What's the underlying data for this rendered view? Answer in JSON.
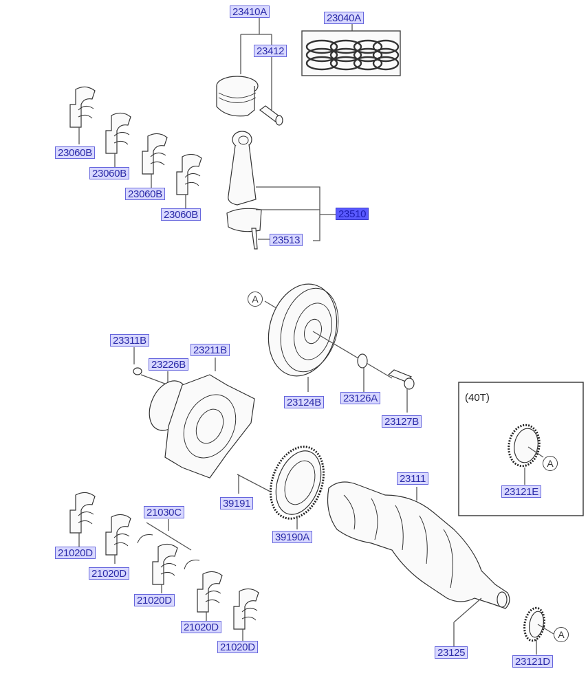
{
  "diagram": {
    "title": "Crankshaft & Piston Assembly",
    "part_labels": {
      "piston_set": "23410A",
      "piston_pin": "23412",
      "piston_ring_set": "23040A",
      "conrod_bearing_1": "23060B",
      "conrod_bearing_2": "23060B",
      "conrod_bearing_3": "23060B",
      "conrod_bearing_4": "23060B",
      "connecting_rod_assy": "23510",
      "conrod_bolt": "23513",
      "damper_pulley": "23124B",
      "pulley_washer": "23126A",
      "pulley_bolt": "23127B",
      "flywheel_bolt": "23311B",
      "flywheel_plate": "23226B",
      "drive_plate": "23211B",
      "sprocket_40t": "23121E",
      "sensor_wheel_pin": "39191",
      "sensor_wheel": "39190A",
      "crankshaft": "23111",
      "thrust_washer": "21030C",
      "main_bearing_1": "21020D",
      "main_bearing_2": "21020D",
      "main_bearing_3": "21020D",
      "main_bearing_4": "21020D",
      "main_bearing_5": "21020D",
      "crank_key": "23125",
      "crank_sprocket": "23121D"
    },
    "callouts": {
      "pulley_ref": "A",
      "inset_ref": "A",
      "sprocket_ref": "A"
    },
    "inset_note": "(40T)",
    "selected_label": "23510",
    "colors": {
      "label_fill": "#d8d8ff",
      "label_border": "#6666dd",
      "label_text": "#2b2ba8",
      "selected_fill": "#5a5aff"
    }
  }
}
